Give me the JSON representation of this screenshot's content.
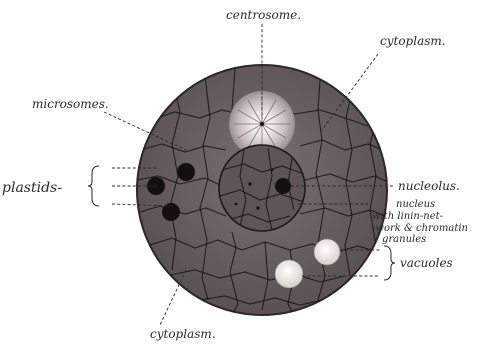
{
  "labels": {
    "centrosome": "centrosome.",
    "cytoplasm_top": "cytoplasm.",
    "microsomes": "microsomes.",
    "plastids": "plastids-",
    "nucleolus": "nucleolus.",
    "nucleus_1": "nucleus",
    "nucleus_2": "with linin-net-",
    "nucleus_3": "-work & chromatin",
    "nucleus_4": "granules",
    "vacuoles": "vacuoles",
    "cytoplasm_bottom": "cytoplasm."
  },
  "colors": {
    "cell": "#6e6464",
    "cell_edge": "#2d2626",
    "nucleus": "#5f5555",
    "centrosome_halo": "#e9e3e1",
    "vacuole": "#f4f0ea",
    "plastid": "#151010",
    "ink": "#2a2a2a"
  }
}
